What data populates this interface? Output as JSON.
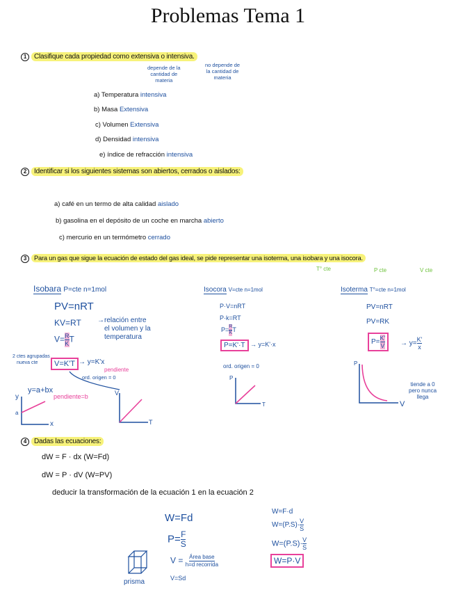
{
  "title": "Problemas Tema 1",
  "q1": {
    "num": "1",
    "prompt": "Clasifique cada propiedad como extensiva o intensiva.",
    "note_ext": [
      "depende de la",
      "cantidad de",
      "materia"
    ],
    "note_int": [
      "no depende de",
      "la cantidad de",
      "materia"
    ],
    "items": [
      {
        "label": "a) Temperatura",
        "answer": "intensiva"
      },
      {
        "label": "b) Masa",
        "answer": "Extensiva"
      },
      {
        "label": "c) Volumen",
        "answer": "Extensiva"
      },
      {
        "label": "d) Densidad",
        "answer": "intensiva"
      },
      {
        "label": "e) índice de refracción",
        "answer": "intensiva"
      }
    ]
  },
  "q2": {
    "num": "2",
    "prompt": "Identificar si los siguientes sistemas son abiertos, cerrados o aislados:",
    "items": [
      {
        "label": "a) café en un termo de alta calidad",
        "answer": "aislado"
      },
      {
        "label": "b) gasolina en el depósito de un coche en marcha",
        "answer": "abierto"
      },
      {
        "label": "c) mercurio en un termómetro",
        "answer": "cerrado"
      }
    ]
  },
  "q3": {
    "num": "3",
    "prompt": "Para un gas que sigue la ecuación de estado del gas ideal, se pide representar una isoterma, una isobara y una isocora.",
    "notes": [
      "T° cte",
      "P cte",
      "V cte"
    ],
    "isobara": {
      "title": "Isobara",
      "cond": "P=cte n=1mol",
      "eq1": "PV=nRT",
      "eq2": "KV=RT",
      "rel": [
        "→relación entre",
        "el volumen y la",
        "temperatura"
      ],
      "eq3a": "V=",
      "frac_top": "R",
      "frac_bot": "K",
      "eq3b": "T",
      "grouped": [
        "2 ctes agrupadas",
        "nueva cte"
      ],
      "boxed": "V=K'T",
      "linear": "→ y=K'x",
      "pendiente": "pendiente",
      "origen": "ord. origen = 0",
      "gen": "y=a+bx",
      "pend_b": "pendiente=b",
      "ax_y": "y",
      "ax_x": "x",
      "ax_a": "a",
      "ax_v": "V",
      "ax_t": "T"
    },
    "isocora": {
      "title": "Isocora",
      "cond": "V=cte n=1mol",
      "eq1": "P·V=nRT",
      "eq2": "P·k=RT",
      "eq3a": "P=",
      "frac_top": "R",
      "frac_bot": "K",
      "eq3b": "T",
      "boxed": "P=K'·T",
      "linear": "→ y=K'·x",
      "origen": "ord. origen = 0",
      "ax_p": "P",
      "ax_t": "T"
    },
    "isoterma": {
      "title": "Isoterma",
      "cond": "T°=cte n=1mol",
      "eq1": "PV=nRT",
      "eq2": "PV=RK",
      "boxed_a": "P=",
      "frac_top": "K'",
      "frac_bot": "V",
      "linear_a": "→ y=",
      "lin_top": "K'",
      "lin_bot": "x",
      "note": [
        "tiende a 0",
        "pero nunca",
        "llega"
      ],
      "ax_p": "P",
      "ax_v": "V"
    }
  },
  "q4": {
    "num": "4",
    "prompt": "Dadas las ecuaciones:",
    "eq1": "dW = F · dx  (W=Fd)",
    "eq2": "dW = P · dV  (W=PV)",
    "task": "deducir la transformación de la ecuación 1 en la ecuación 2",
    "left": {
      "w": "W=Fd",
      "p": "P=",
      "p_top": "F",
      "p_bot": "S",
      "v": "V =",
      "v_top": "Área base",
      "v_bot": "h=d recorrida",
      "v2": "V=Sd",
      "prism": "prisma"
    },
    "right": {
      "l1": "W=F·d",
      "l2": "W=(P.S)·",
      "l3": "W=(P.S)·",
      "f_top": "V",
      "f_bot": "S",
      "result": "W=P·V"
    }
  },
  "colors": {
    "ink": "#111111",
    "blue": "#1d4f9e",
    "pink": "#e8409a",
    "highlight": "#f7f27a",
    "green": "#6cc13a"
  }
}
